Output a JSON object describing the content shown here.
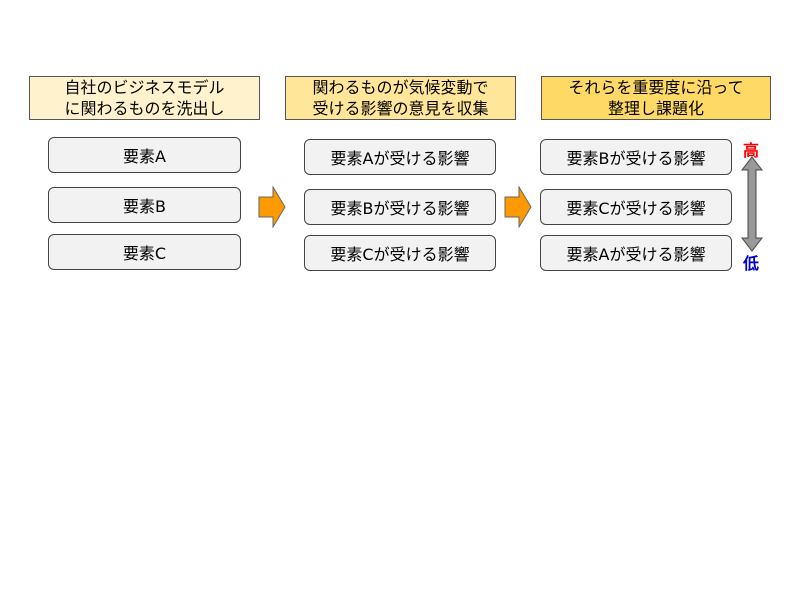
{
  "columns": [
    {
      "header_lines": [
        "自社のビジネスモデル",
        "に関わるものを洗出し"
      ],
      "items": [
        "要素A",
        "要素B",
        "要素C"
      ]
    },
    {
      "header_lines": [
        "関わるものが気候変動で",
        "受ける影響の意見を収集"
      ],
      "items": [
        "要素Aが受ける影響",
        "要素Bが受ける影響",
        "要素Cが受ける影響"
      ]
    },
    {
      "header_lines": [
        "それらを重要度に沿って",
        "整理し課題化"
      ],
      "items": [
        "要素Bが受ける影響",
        "要素Cが受ける影響",
        "要素Aが受ける影響"
      ]
    }
  ],
  "priority_scale": {
    "high_label": "高",
    "low_label": "低",
    "high_color": "#ff0000",
    "low_color": "#0000cc"
  },
  "colors": {
    "arrow_fill": "#ff9900",
    "arrow_stroke": "#666666",
    "scale_arrow_fill": "#999999"
  },
  "icons": [
    "flow-arrow-right",
    "double-headed-vertical-arrow"
  ]
}
